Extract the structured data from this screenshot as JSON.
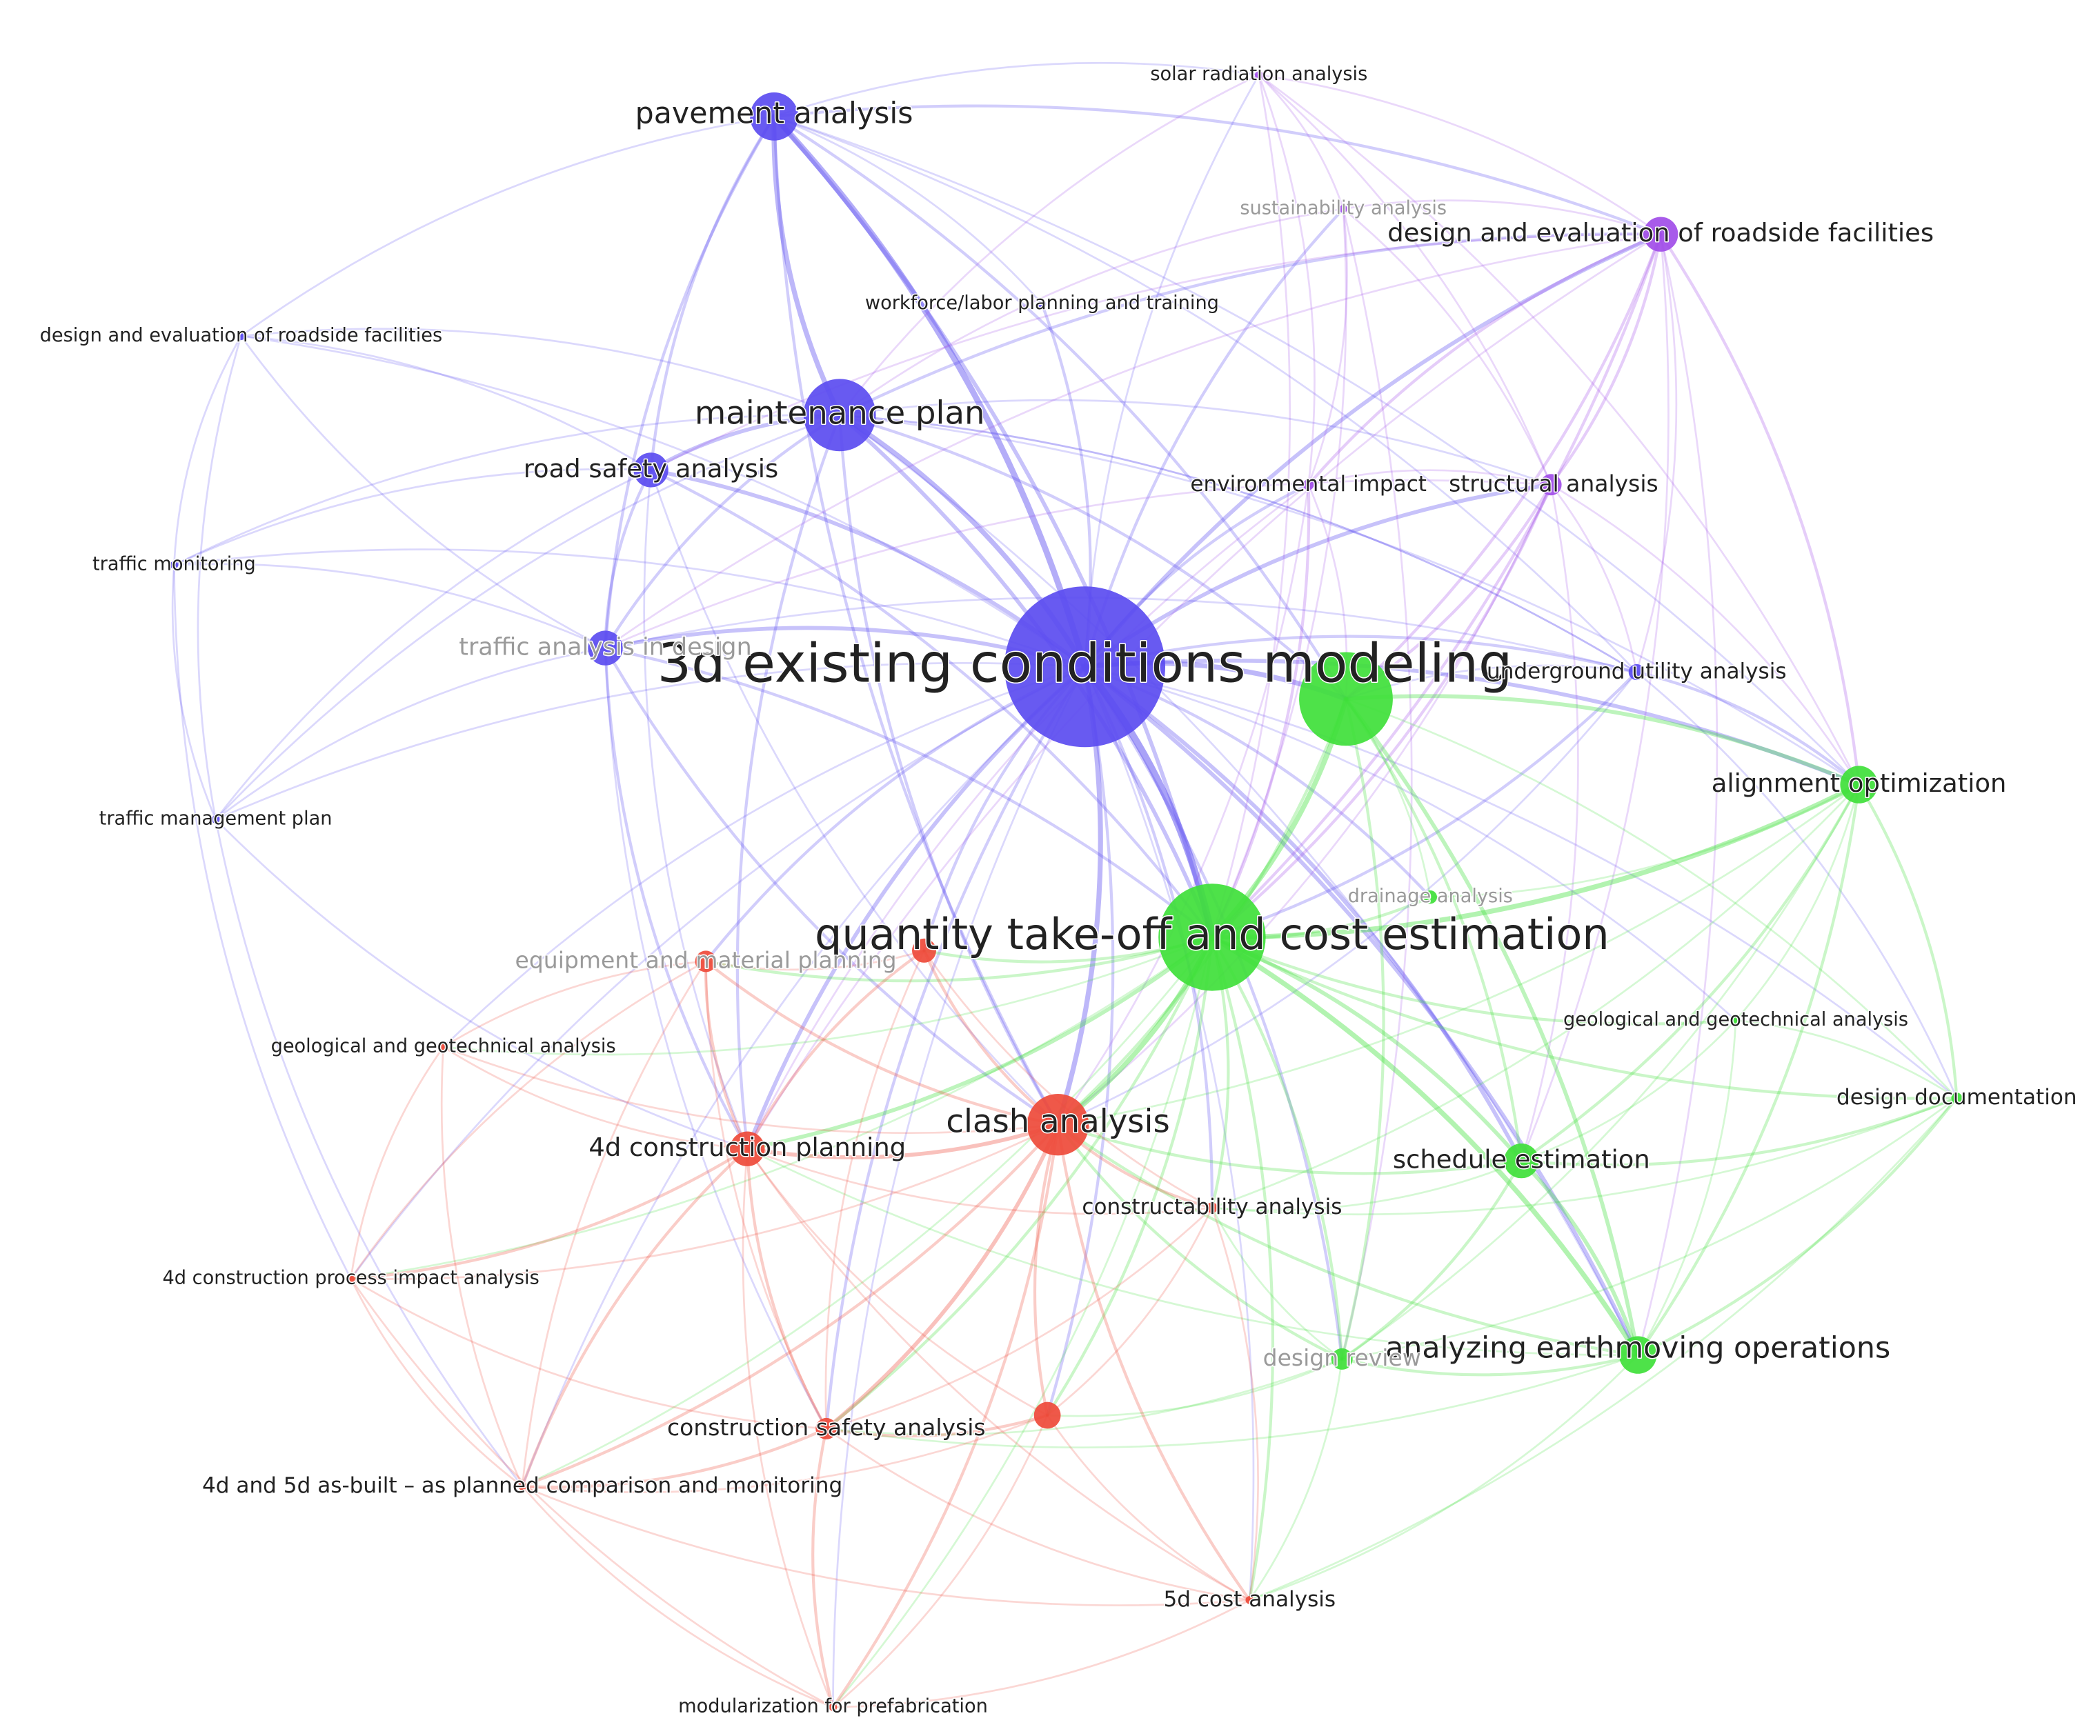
{
  "colors": {
    "blue": "#5b4cf0",
    "purple": "#a14de8",
    "green": "#3fe03a",
    "red": "#ee4a3a",
    "label_dark": "#222222",
    "label_faded": "#9a9a9a"
  },
  "nodes": [
    {
      "id": "n0",
      "label": "3d existing conditions modeling",
      "cluster": "blue",
      "weight": 10
    },
    {
      "id": "n1",
      "label": "quantity take-off and cost estimation",
      "cluster": "green",
      "weight": 8
    },
    {
      "id": "n2",
      "label": "pavement analysis",
      "cluster": "blue",
      "weight": 4
    },
    {
      "id": "n3",
      "label": "maintenance plan",
      "cluster": "blue",
      "weight": 5
    },
    {
      "id": "n4",
      "label": "road safety analysis",
      "cluster": "blue",
      "weight": 3
    },
    {
      "id": "n5",
      "label": "design and evaluation of roadside facilities",
      "cluster": "blue",
      "weight": 1
    },
    {
      "id": "n6",
      "label": "traffic monitoring",
      "cluster": "blue",
      "weight": 1
    },
    {
      "id": "n7",
      "label": "traffic analysis in design",
      "cluster": "blue",
      "weight": 2,
      "faded": true
    },
    {
      "id": "n8",
      "label": "traffic management plan",
      "cluster": "blue",
      "weight": 1
    },
    {
      "id": "n9",
      "label": "solar radiation analysis",
      "cluster": "purple",
      "weight": 1
    },
    {
      "id": "n10",
      "label": "sustainability analysis",
      "cluster": "purple",
      "weight": 1,
      "faded": true
    },
    {
      "id": "n11",
      "label": "design and evaluation of roadside facilities",
      "cluster": "purple",
      "weight": 3
    },
    {
      "id": "n12",
      "label": "workforce/labor planning and training",
      "cluster": "blue",
      "weight": 1
    },
    {
      "id": "n13",
      "label": "environmental impact",
      "cluster": "purple",
      "weight": 1
    },
    {
      "id": "n14",
      "label": "structural analysis",
      "cluster": "purple",
      "weight": 2
    },
    {
      "id": "n15",
      "label": "underground utility analysis",
      "cluster": "blue",
      "weight": 1
    },
    {
      "id": "n16",
      "label": "alignment optimization",
      "cluster": "green",
      "weight": 3
    },
    {
      "id": "n17",
      "label": "drainage analysis",
      "cluster": "green",
      "weight": 1,
      "faded": true
    },
    {
      "id": "n18",
      "label": "geological and geotechnical analysis",
      "cluster": "green",
      "weight": 1
    },
    {
      "id": "n19",
      "label": "design documentation",
      "cluster": "green",
      "weight": 1
    },
    {
      "id": "n20",
      "label": "schedule estimation",
      "cluster": "green",
      "weight": 3
    },
    {
      "id": "n21",
      "label": "analyzing earthmoving operations",
      "cluster": "green",
      "weight": 3
    },
    {
      "id": "n22",
      "label": "design review",
      "cluster": "green",
      "weight": 2,
      "faded": true
    },
    {
      "id": "n23",
      "label": "clash analysis",
      "cluster": "red",
      "weight": 5
    },
    {
      "id": "n24",
      "label": "4d construction planning",
      "cluster": "red",
      "weight": 3
    },
    {
      "id": "n25",
      "label": "equipment and material planning",
      "cluster": "red",
      "weight": 2,
      "faded": true
    },
    {
      "id": "n26",
      "label": "geological and geotechnical analysis",
      "cluster": "red",
      "weight": 1
    },
    {
      "id": "n27",
      "label": "4d construction process impact analysis",
      "cluster": "red",
      "weight": 1
    },
    {
      "id": "n28",
      "label": "constructability analysis",
      "cluster": "red",
      "weight": 1
    },
    {
      "id": "n29",
      "label": "construction safety analysis",
      "cluster": "red",
      "weight": 2
    },
    {
      "id": "n30",
      "label": "4d and 5d as-built – as planned comparison and monitoring",
      "cluster": "red",
      "weight": 1
    },
    {
      "id": "n31",
      "label": "5d cost analysis",
      "cluster": "red",
      "weight": 1
    },
    {
      "id": "n32",
      "label": "modularization for prefabrication",
      "cluster": "red",
      "weight": 1
    },
    {
      "id": "n33",
      "label": "",
      "cluster": "green",
      "weight": 7
    },
    {
      "id": "n34",
      "label": "",
      "cluster": "red",
      "weight": 2
    },
    {
      "id": "n35",
      "label": "",
      "cluster": "red",
      "weight": 2
    }
  ]
}
